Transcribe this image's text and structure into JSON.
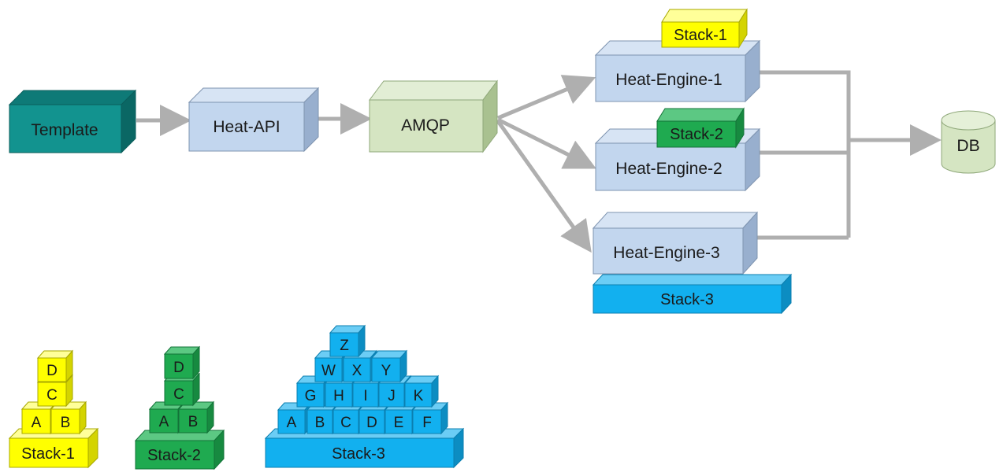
{
  "colors": {
    "teal": "#12938F",
    "light_blue": "#C2D6EE",
    "light_green": "#D5E5C2",
    "yellow": "#FFFF00",
    "green": "#1FAA50",
    "blue": "#12B0EF",
    "arrow": "#AFAFAF"
  },
  "flow": {
    "template": "Template",
    "heat_api": "Heat-API",
    "amqp": "AMQP",
    "engine1": "Heat-Engine-1",
    "engine2": "Heat-Engine-2",
    "engine3": "Heat-Engine-3",
    "db": "DB",
    "badge1": "Stack-1",
    "badge2": "Stack-2",
    "badge3": "Stack-3"
  },
  "stacks": {
    "stack1": {
      "label": "Stack-1",
      "rows": [
        [
          "D"
        ],
        [
          "C"
        ],
        [
          "A",
          "B"
        ]
      ]
    },
    "stack2": {
      "label": "Stack-2",
      "rows": [
        [
          "D"
        ],
        [
          "C"
        ],
        [
          "A",
          "B"
        ]
      ]
    },
    "stack3": {
      "label": "Stack-3",
      "rows": [
        [
          "Z"
        ],
        [
          "W",
          "X",
          "Y"
        ],
        [
          "G",
          "H",
          "I",
          "J",
          "K"
        ],
        [
          "A",
          "B",
          "C",
          "D",
          "E",
          "F"
        ]
      ]
    }
  }
}
